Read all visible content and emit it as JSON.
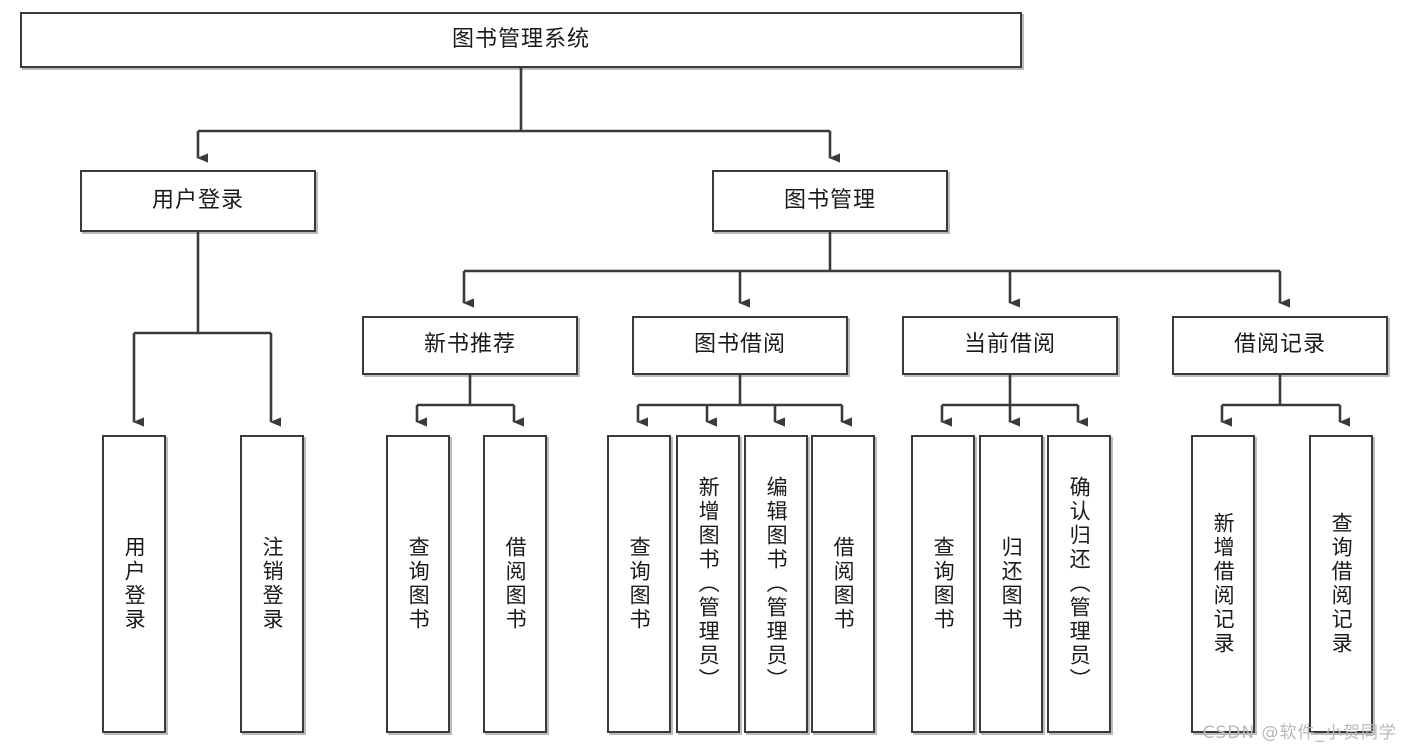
{
  "diagram": {
    "title": "图书管理系统",
    "type": "tree-hierarchy-diagram",
    "watermark": "CSDN @软件_小贺同学",
    "colors": {
      "box_border": "#3a3a3a",
      "box_fill": "#ffffff",
      "edge": "#3a3a3a",
      "text": "#1a1a1a",
      "watermark": "#b9b9b9"
    }
  },
  "nodes": {
    "root": {
      "label": "图书管理系统"
    },
    "level2": [
      {
        "id": "user-login",
        "label": "用户登录"
      },
      {
        "id": "book-manage",
        "label": "图书管理"
      }
    ],
    "level3": [
      {
        "id": "new-book-recommend",
        "label": "新书推荐"
      },
      {
        "id": "book-borrow",
        "label": "图书借阅"
      },
      {
        "id": "current-borrow",
        "label": "当前借阅"
      },
      {
        "id": "borrow-record",
        "label": "借阅记录"
      }
    ],
    "leaves": {
      "user_login": [
        {
          "id": "leaf-user-login",
          "label": "用户登录"
        },
        {
          "id": "leaf-logout-login",
          "label": "注销登录"
        }
      ],
      "new_book_recommend": [
        {
          "id": "leaf-query-book-1",
          "label": "查询图书"
        },
        {
          "id": "leaf-borrow-book-1",
          "label": "借阅图书"
        }
      ],
      "book_borrow": [
        {
          "id": "leaf-query-book-2",
          "label": "查询图书"
        },
        {
          "id": "leaf-add-book",
          "label": "新增图书（管理员）"
        },
        {
          "id": "leaf-edit-book",
          "label": "编辑图书（管理员）"
        },
        {
          "id": "leaf-borrow-book-2",
          "label": "借阅图书"
        }
      ],
      "current_borrow": [
        {
          "id": "leaf-query-book-3",
          "label": "查询图书"
        },
        {
          "id": "leaf-return-book",
          "label": "归还图书"
        },
        {
          "id": "leaf-confirm-return",
          "label": "确认归还（管理员）"
        }
      ],
      "borrow_record": [
        {
          "id": "leaf-add-record",
          "label": "新增借阅记录"
        },
        {
          "id": "leaf-query-record",
          "label": "查询借阅记录"
        }
      ]
    }
  }
}
